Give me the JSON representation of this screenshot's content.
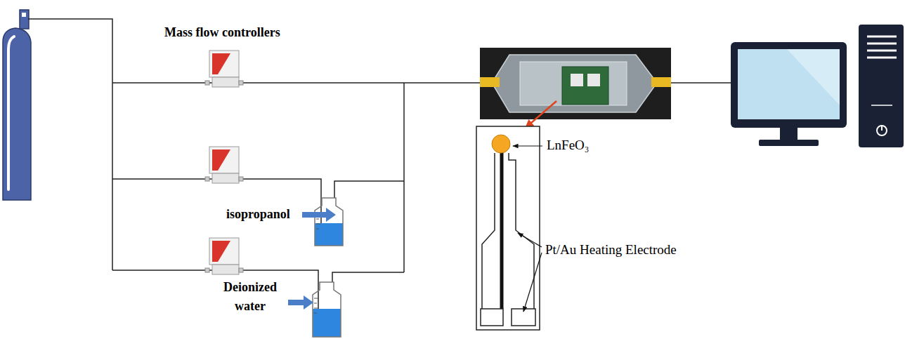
{
  "diagram": {
    "labels": [
      "Mass flow controllers",
      "isopropanol",
      "Deionized water",
      "LnFeO₃",
      "Pt/Au Heating Electrode"
    ]
  }
}
